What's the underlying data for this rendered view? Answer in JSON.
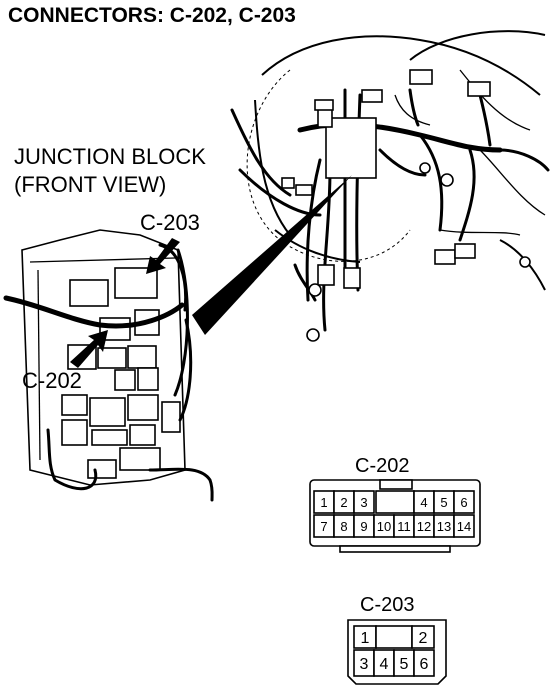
{
  "title": "CONNECTORS: C-202, C-203",
  "junction_block_label": {
    "line1": "JUNCTION BLOCK",
    "line2": "(FRONT VIEW)"
  },
  "callouts": {
    "c203": "C-203",
    "c202": "C-202"
  },
  "connector_c202": {
    "name": "C-202",
    "top_row": [
      "1",
      "2",
      "3",
      "",
      "4",
      "5",
      "6"
    ],
    "bottom_row": [
      "7",
      "8",
      "9",
      "10",
      "11",
      "12",
      "13",
      "14"
    ]
  },
  "connector_c203": {
    "name": "C-203",
    "top_row": [
      "1",
      "",
      "2"
    ],
    "bottom_row": [
      "3",
      "4",
      "5",
      "6"
    ]
  }
}
